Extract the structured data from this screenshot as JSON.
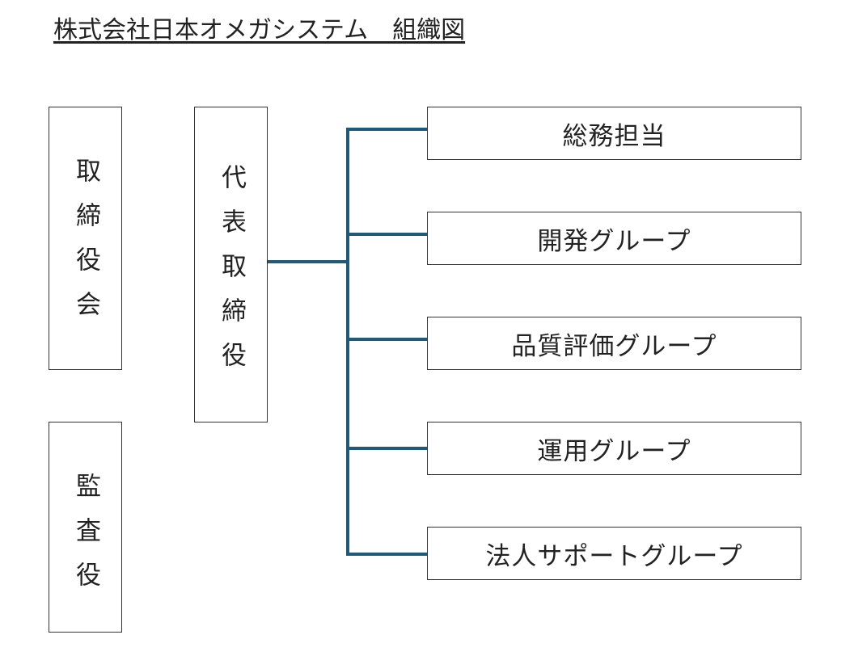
{
  "title": "株式会社日本オメガシステム　組織図",
  "left_column": {
    "board": "取締役会",
    "auditor": "監査役"
  },
  "ceo": "代表取締役",
  "departments": [
    {
      "label": "総務担当"
    },
    {
      "label": "開発グループ"
    },
    {
      "label": "品質評価グループ"
    },
    {
      "label": "運用グループ"
    },
    {
      "label": "法人サポートグループ"
    }
  ],
  "colors": {
    "connector": "#1f5a7a",
    "border": "#333333",
    "text": "#222222"
  }
}
